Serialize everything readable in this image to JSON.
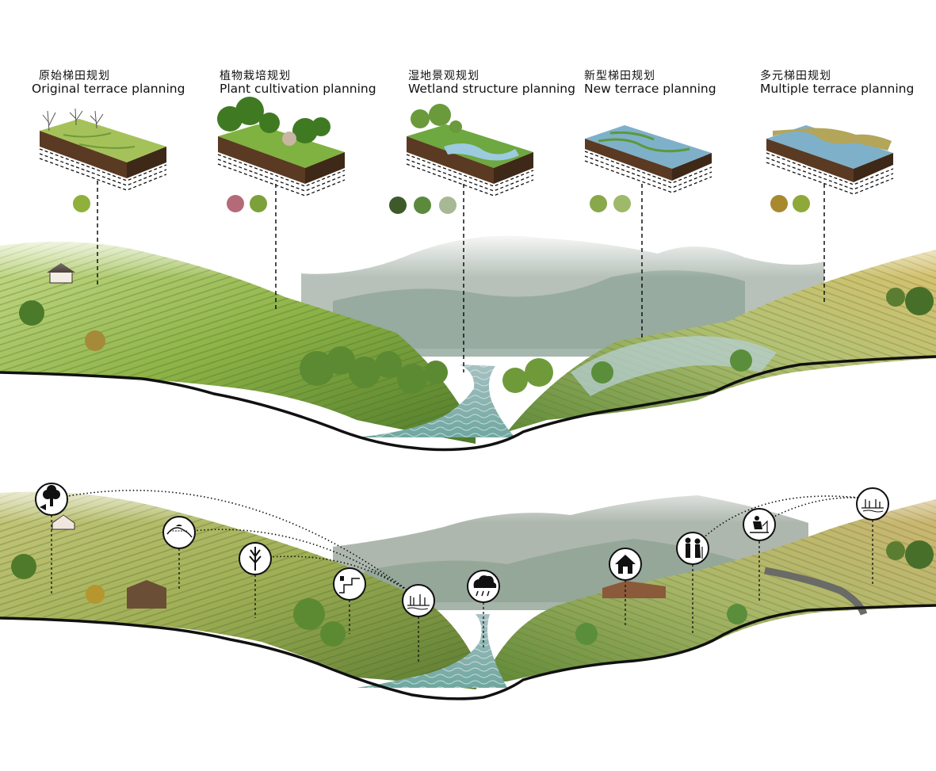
{
  "diagram": {
    "headings": [
      {
        "zh": "原始梯田规划",
        "en": "Original terrace planning"
      },
      {
        "zh": "植物栽培规划",
        "en": "Plant cultivation planning"
      },
      {
        "zh": "湿地景观规划",
        "en": "Wetland structure planning"
      },
      {
        "zh": "新型梯田规划",
        "en": "New terrace planning"
      },
      {
        "zh": "多元梯田规划",
        "en": "Multiple terrace  planning"
      }
    ],
    "terrace_blocks": [
      {
        "icon": "grass-terrace-block-icon"
      },
      {
        "icon": "shrub-terrace-block-icon"
      },
      {
        "icon": "wetland-block-icon"
      },
      {
        "icon": "water-terrace-block-icon"
      },
      {
        "icon": "mixed-terrace-block-icon"
      }
    ],
    "plant_swatches": [
      [
        "grass-swatch-icon"
      ],
      [
        "flower-swatch-icon",
        "reed-swatch-icon"
      ],
      [
        "wetland-plant-swatch-icon",
        "shrub-swatch-icon",
        "grass-swatch-icon"
      ],
      [
        "rice-swatch-icon",
        "grass-swatch-icon"
      ],
      [
        "grain-swatch-icon",
        "grass-swatch-icon"
      ]
    ],
    "panels": [
      {
        "name": "planning-landscape-section",
        "water": "river"
      },
      {
        "name": "activity-landscape-section",
        "water": "river"
      }
    ],
    "activity_icons": [
      "tree-icon",
      "terrain-icon",
      "wheat-icon",
      "dam-icon",
      "wetland-icon",
      "rain-cloud-icon",
      "house-icon",
      "elderly-people-icon",
      "person-working-icon",
      "reeds-icon"
    ],
    "colors": {
      "terrace_light": "#b9d26a",
      "terrace_mid": "#7fa83a",
      "terrace_dark": "#4f7a2a",
      "golden": "#d2b764",
      "mountain": "#a9b4a9",
      "river": "#8fb7b2",
      "line": "#111111"
    }
  }
}
